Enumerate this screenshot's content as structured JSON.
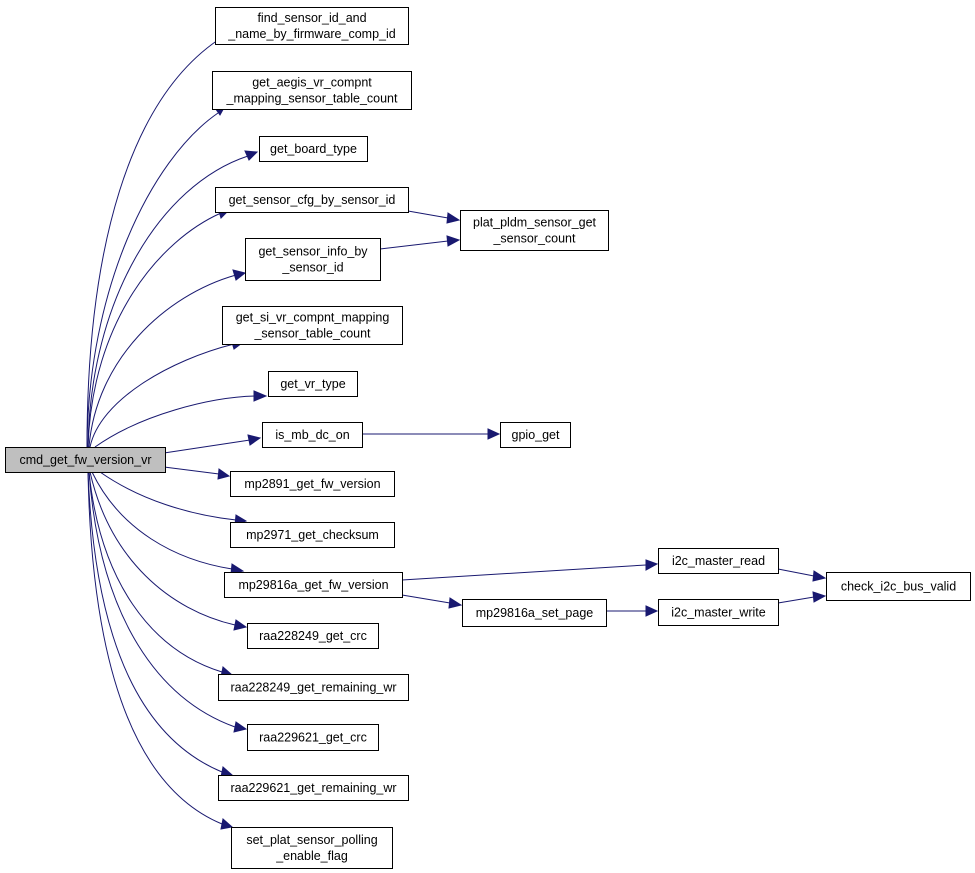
{
  "graph": {
    "root": "cmd_get_fw_version_vr",
    "nodes": [
      {
        "id": "root",
        "lines": [
          "cmd_get_fw_version_vr"
        ],
        "highlighted": true
      },
      {
        "id": "find_sensor",
        "lines": [
          "find_sensor_id_and",
          "_name_by_firmware_comp_id"
        ]
      },
      {
        "id": "get_aegis",
        "lines": [
          "get_aegis_vr_compnt",
          "_mapping_sensor_table_count"
        ]
      },
      {
        "id": "get_board_type",
        "lines": [
          "get_board_type"
        ]
      },
      {
        "id": "get_sensor_cfg",
        "lines": [
          "get_sensor_cfg_by_sensor_id"
        ]
      },
      {
        "id": "get_sensor_info",
        "lines": [
          "get_sensor_info_by",
          "_sensor_id"
        ]
      },
      {
        "id": "plat_pldm",
        "lines": [
          "plat_pldm_sensor_get",
          "_sensor_count"
        ]
      },
      {
        "id": "get_si_vr",
        "lines": [
          "get_si_vr_compnt_mapping",
          "_sensor_table_count"
        ]
      },
      {
        "id": "get_vr_type",
        "lines": [
          "get_vr_type"
        ]
      },
      {
        "id": "is_mb_dc_on",
        "lines": [
          "is_mb_dc_on"
        ]
      },
      {
        "id": "gpio_get",
        "lines": [
          "gpio_get"
        ]
      },
      {
        "id": "mp2891",
        "lines": [
          "mp2891_get_fw_version"
        ]
      },
      {
        "id": "mp2971",
        "lines": [
          "mp2971_get_checksum"
        ]
      },
      {
        "id": "mp29816a_fw",
        "lines": [
          "mp29816a_get_fw_version"
        ]
      },
      {
        "id": "i2c_read",
        "lines": [
          "i2c_master_read"
        ]
      },
      {
        "id": "check_i2c",
        "lines": [
          "check_i2c_bus_valid"
        ]
      },
      {
        "id": "mp29816a_page",
        "lines": [
          "mp29816a_set_page"
        ]
      },
      {
        "id": "i2c_write",
        "lines": [
          "i2c_master_write"
        ]
      },
      {
        "id": "raa228249_crc",
        "lines": [
          "raa228249_get_crc"
        ]
      },
      {
        "id": "raa228249_wr",
        "lines": [
          "raa228249_get_remaining_wr"
        ]
      },
      {
        "id": "raa229621_crc",
        "lines": [
          "raa229621_get_crc"
        ]
      },
      {
        "id": "raa229621_wr",
        "lines": [
          "raa229621_get_remaining_wr"
        ]
      },
      {
        "id": "set_plat",
        "lines": [
          "set_plat_sensor_polling",
          "_enable_flag"
        ]
      }
    ],
    "edges": [
      {
        "from": "root",
        "to": "find_sensor"
      },
      {
        "from": "root",
        "to": "get_aegis"
      },
      {
        "from": "root",
        "to": "get_board_type"
      },
      {
        "from": "root",
        "to": "get_sensor_cfg"
      },
      {
        "from": "root",
        "to": "get_sensor_info"
      },
      {
        "from": "root",
        "to": "get_si_vr"
      },
      {
        "from": "root",
        "to": "get_vr_type"
      },
      {
        "from": "root",
        "to": "is_mb_dc_on"
      },
      {
        "from": "root",
        "to": "mp2891"
      },
      {
        "from": "root",
        "to": "mp2971"
      },
      {
        "from": "root",
        "to": "mp29816a_fw"
      },
      {
        "from": "root",
        "to": "raa228249_crc"
      },
      {
        "from": "root",
        "to": "raa228249_wr"
      },
      {
        "from": "root",
        "to": "raa229621_crc"
      },
      {
        "from": "root",
        "to": "raa229621_wr"
      },
      {
        "from": "root",
        "to": "set_plat"
      },
      {
        "from": "get_sensor_cfg",
        "to": "plat_pldm"
      },
      {
        "from": "get_sensor_info",
        "to": "plat_pldm"
      },
      {
        "from": "is_mb_dc_on",
        "to": "gpio_get"
      },
      {
        "from": "mp29816a_fw",
        "to": "i2c_read"
      },
      {
        "from": "mp29816a_fw",
        "to": "mp29816a_page"
      },
      {
        "from": "mp29816a_page",
        "to": "i2c_write"
      },
      {
        "from": "i2c_read",
        "to": "check_i2c"
      },
      {
        "from": "i2c_write",
        "to": "check_i2c"
      }
    ]
  },
  "colors": {
    "edge": "#191970",
    "highlight_fill": "#bfbfbf",
    "node_fill": "#ffffff",
    "node_border": "#000000"
  }
}
